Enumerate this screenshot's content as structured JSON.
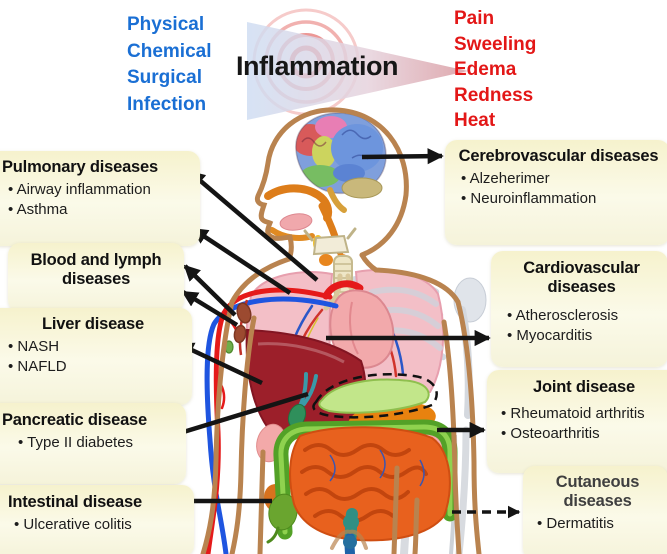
{
  "center": {
    "title": "Inflammation"
  },
  "causes": {
    "color": "#1a6fd4",
    "items": [
      "Physical",
      "Chemical",
      "Surgical",
      "Infection"
    ]
  },
  "symptoms": {
    "color": "#e31717",
    "items": [
      "Pain",
      "Sweeling",
      "Edema",
      "Redness",
      "Heat"
    ]
  },
  "left_boxes": [
    {
      "title": "Pulmonary diseases",
      "items": [
        "Airway inflammation",
        "Asthma"
      ]
    },
    {
      "title": "Blood and lymph diseases",
      "items": []
    },
    {
      "title": "Liver disease",
      "items": [
        "NASH",
        "NAFLD"
      ]
    },
    {
      "title": "Pancreatic disease",
      "items": [
        "Type II diabetes"
      ]
    },
    {
      "title": "Intestinal disease",
      "items": [
        "Ulcerative colitis"
      ]
    }
  ],
  "right_boxes": [
    {
      "title": "Cerebrovascular diseases",
      "items": [
        "Alzeherimer",
        "Neuroinflammation"
      ]
    },
    {
      "title": "Cardiovascular diseases",
      "items": [
        "Atherosclerosis",
        "Myocarditis"
      ]
    },
    {
      "title": "Joint disease",
      "items": [
        "Rheumatoid arthritis",
        "Osteoarthritis"
      ]
    },
    {
      "title": "Cutaneous diseases",
      "items": [
        "Dermatitis"
      ]
    }
  ],
  "colors": {
    "box_background": "#f6f2cd",
    "box_text": "#111111",
    "arrow": "#141414",
    "body_outline": "#b9834f",
    "target_rings": "#e0524e"
  },
  "illustration": {
    "type": "human-anatomy-figure",
    "organs": [
      "brain",
      "nasal-cavity",
      "larynx",
      "trachea",
      "lungs",
      "heart",
      "liver",
      "gallbladder",
      "pancreas",
      "stomach",
      "kidneys",
      "small-intestine",
      "colon",
      "lymph-nodes",
      "blood-vessels",
      "skeleton"
    ]
  }
}
